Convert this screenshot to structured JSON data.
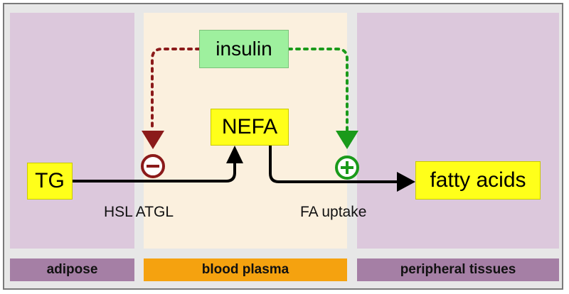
{
  "compartments": {
    "left": "adipose",
    "middle": "blood plasma",
    "right": "peripheral tissues"
  },
  "nodes": {
    "insulin": "insulin",
    "nefa": "NEFA",
    "tg": "TG",
    "fatty_acids": "fatty acids"
  },
  "labels": {
    "lipolysis": "HSL ATGL",
    "uptake": "FA uptake"
  },
  "effects": {
    "inhibition_symbol": "−",
    "activation_symbol": "+",
    "inhibition_color": "#8b1a1a",
    "activation_color": "#1a9a1a"
  },
  "colors": {
    "compartment_panel": "#dcc8dc",
    "plasma_panel": "#fbf0de",
    "compartment_band": "#a57fa5",
    "plasma_band": "#f5a20f",
    "node_yellow": "#ffff1a",
    "insulin_green": "#9ef09e"
  }
}
